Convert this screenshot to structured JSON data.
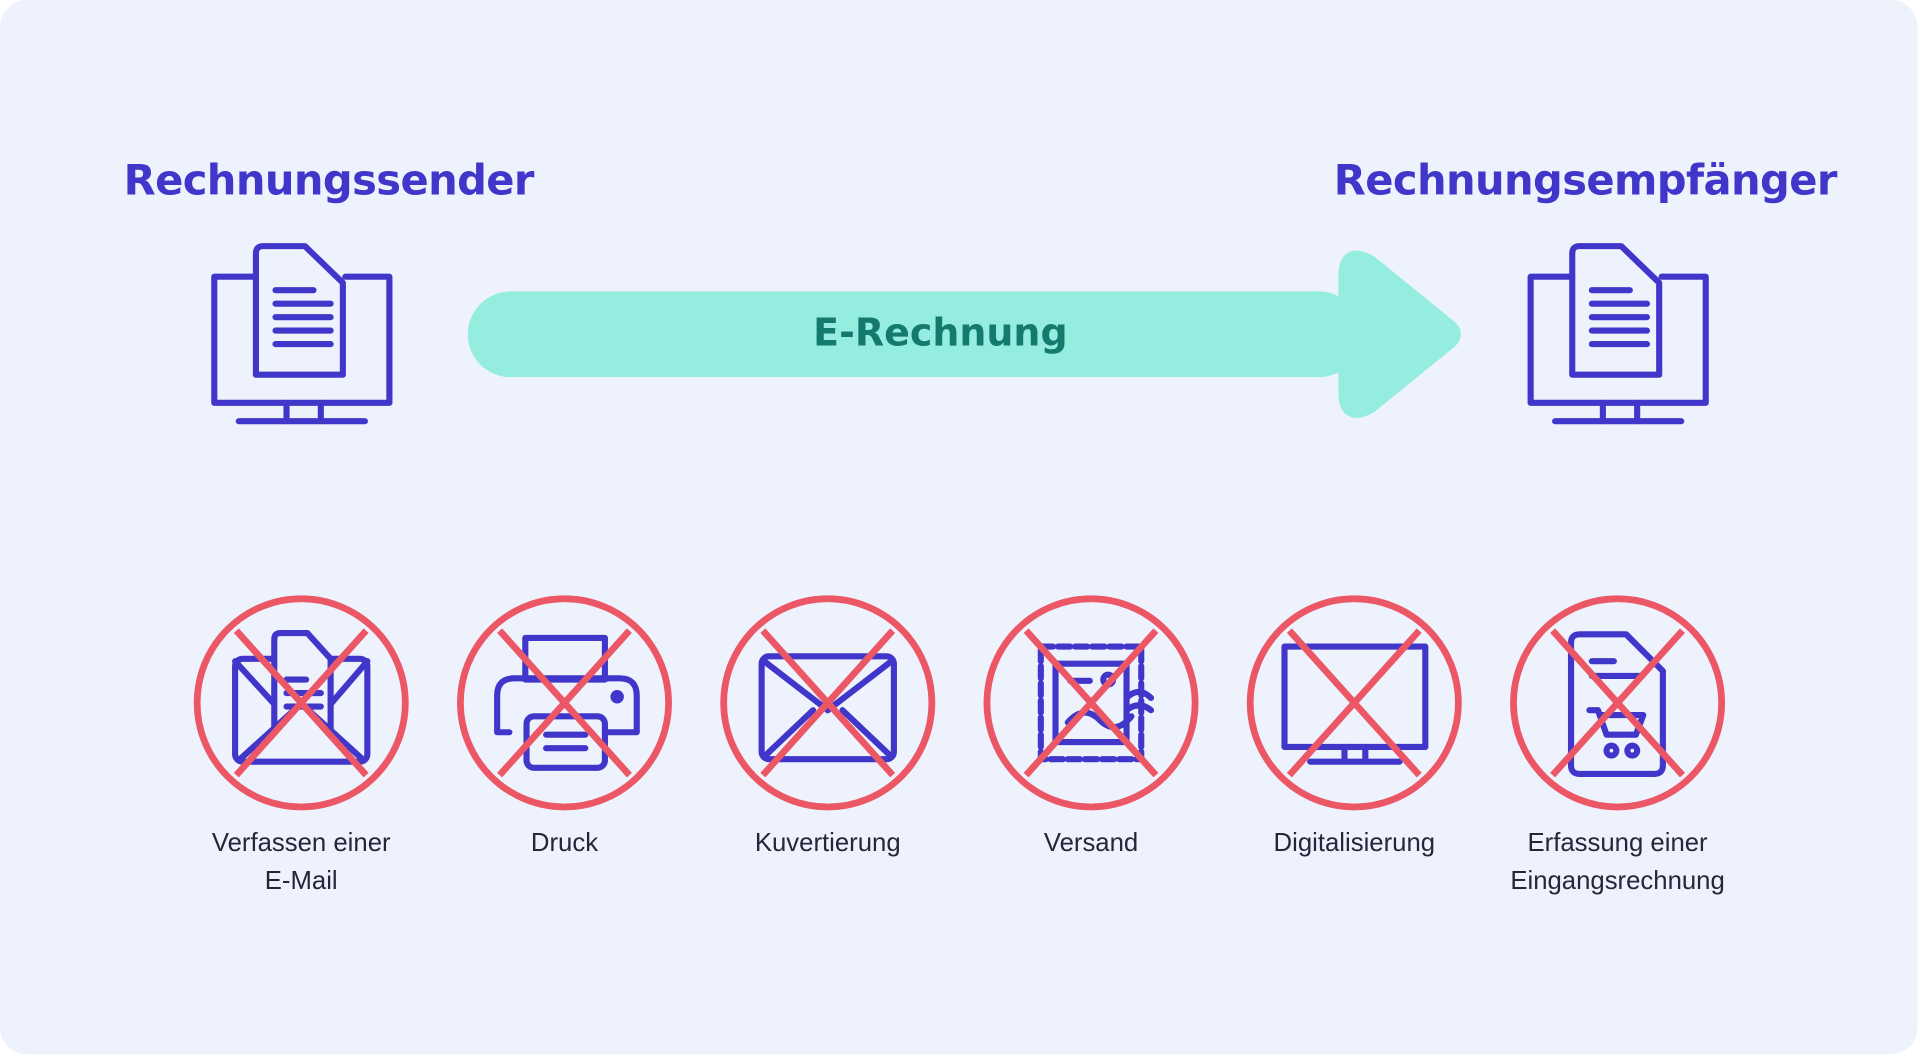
{
  "sender": {
    "title": "Rechnungssender",
    "icon": "monitor-document-icon"
  },
  "receiver": {
    "title": "Rechnungsempfänger",
    "icon": "monitor-document-icon"
  },
  "arrow": {
    "label": "E-Rechnung"
  },
  "eliminated_steps": [
    {
      "label_line1": "Verfassen einer",
      "label_line2": "E-Mail",
      "icon": "email-document-icon"
    },
    {
      "label_line1": "Druck",
      "label_line2": "",
      "icon": "printer-icon"
    },
    {
      "label_line1": "Kuvertierung",
      "label_line2": "",
      "icon": "envelope-icon"
    },
    {
      "label_line1": "Versand",
      "label_line2": "",
      "icon": "stamp-icon"
    },
    {
      "label_line1": "Digitalisierung",
      "label_line2": "",
      "icon": "monitor-icon"
    },
    {
      "label_line1": "Erfassung einer",
      "label_line2": "Eingangsrechnung",
      "icon": "invoice-cart-icon"
    }
  ],
  "colors": {
    "background": "#EEF2FD",
    "primary": "#4036C9",
    "cross": "#EC5766",
    "arrow": "#95EDE0",
    "arrow_text": "#157A6E"
  }
}
